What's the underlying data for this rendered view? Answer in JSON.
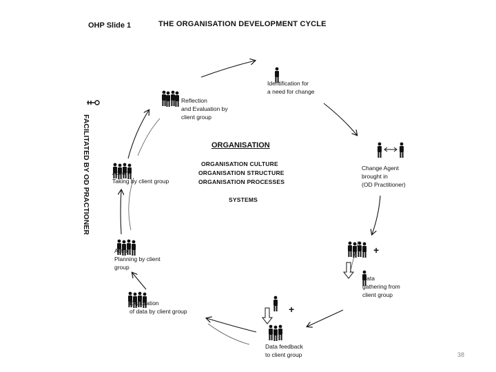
{
  "slide_label": "OHP Slide 1",
  "title": "THE ORGANISATION DEVELOPMENT CYCLE",
  "side_text": "FACILITATED BY OD PRACTIONER",
  "center": {
    "heading": "ORGANISATION",
    "lines": [
      "ORGANISATION CULTURE",
      "ORGANISATION STRUCTURE",
      "ORGANISATION PROCESSES"
    ],
    "systems": "SYSTEMS"
  },
  "stages": {
    "identification": "Identification for\na need for change",
    "change_agent": "Change Agent\nbrought in\n(OD Practitioner)",
    "data_gathering": "Data\ngathering from\nclient group",
    "data_feedback": "Data feedback\nto client group",
    "exploration": "Exploration\nof data by client group",
    "action_planning": "Action\nPlanning by client\ngroup",
    "action_taking": "Action\nTaking by client group",
    "reflection": "Reflection\nand Evaluation by\nclient group"
  },
  "plus_sign": "+",
  "page_number": "38"
}
